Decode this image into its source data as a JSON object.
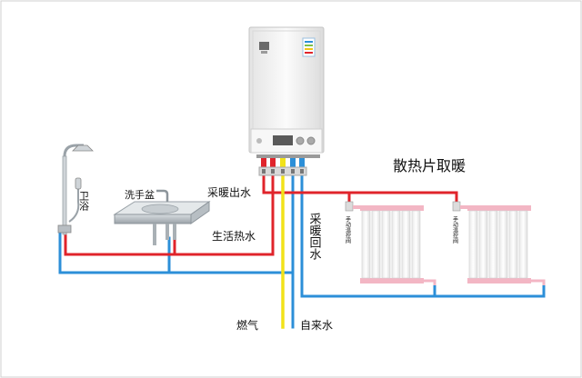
{
  "labels": {
    "title": "散热片取暖",
    "shower": "卫浴",
    "basin": "洗手盆",
    "heating_out": "采暖出水",
    "hot_water": "生活热水",
    "heating_return": "采暖回水",
    "gas": "燃气",
    "tap_water": "自来水",
    "valve_left": "手动温控阀",
    "valve_right": "手动温控阀"
  },
  "colors": {
    "hot_pipe": "#e0242b",
    "cold_pipe": "#2c8fd8",
    "gas_pipe": "#f2e219",
    "boiler_body": "#f1f1f1",
    "radiator_white": "#fafafa",
    "radiator_pink": "#f3b6c4"
  },
  "icons": [
    "shower-icon",
    "basin-icon",
    "faucet-icon",
    "boiler-icon",
    "radiator-icon",
    "valve-icon"
  ]
}
